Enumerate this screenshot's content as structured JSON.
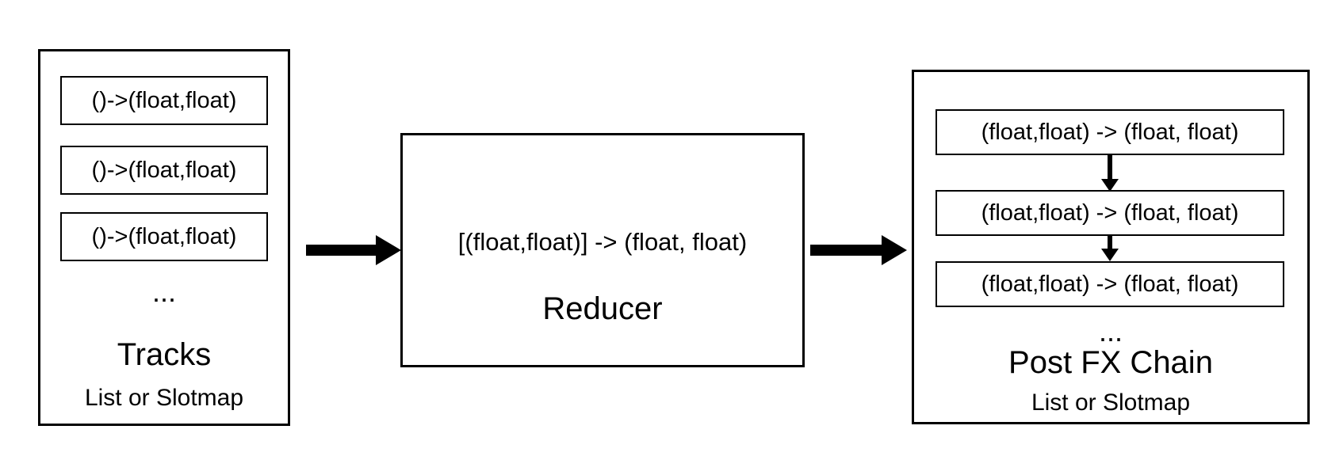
{
  "tracks": {
    "items": [
      "()->(float,float)",
      "()->(float,float)",
      "()->(float,float)"
    ],
    "ellipsis": "...",
    "title": "Tracks",
    "subtitle": "List or Slotmap"
  },
  "reducer": {
    "signature": "[(float,float)] -> (float, float)",
    "title": "Reducer"
  },
  "postfx": {
    "items": [
      "(float,float) -> (float, float)",
      "(float,float) -> (float, float)",
      "(float,float) -> (float, float)"
    ],
    "ellipsis": "...",
    "title": "Post FX Chain",
    "subtitle": "List or Slotmap"
  },
  "colors": {
    "background": "#ffffff",
    "stroke": "#000000",
    "text": "#000000"
  }
}
